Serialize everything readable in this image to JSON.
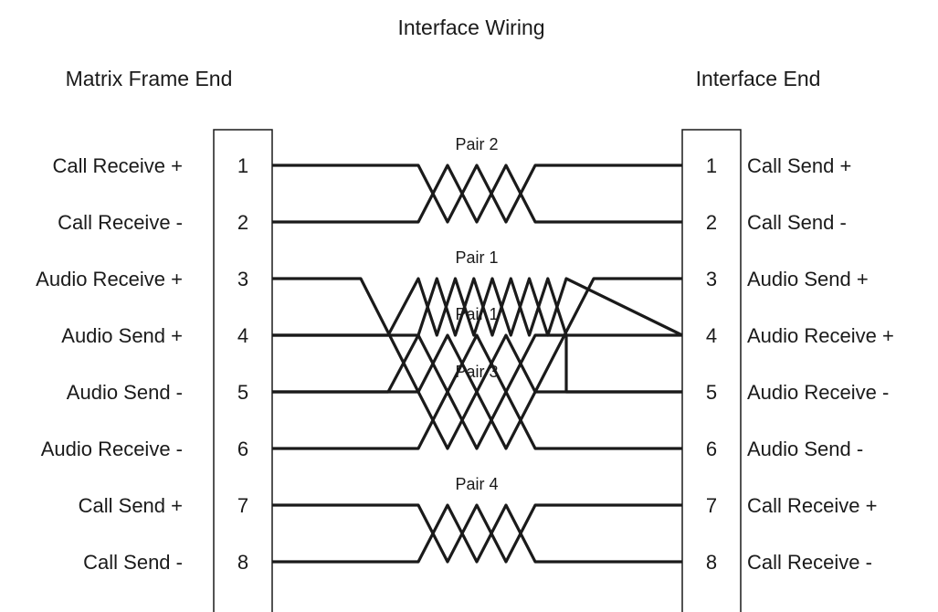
{
  "title": "Interface Wiring",
  "left_heading": "Matrix Frame End",
  "right_heading": "Interface End",
  "pins": [
    {
      "num": "1",
      "left": "Call Receive +",
      "right": "Call Send +"
    },
    {
      "num": "2",
      "left": "Call Receive -",
      "right": "Call Send -"
    },
    {
      "num": "3",
      "left": "Audio Receive +",
      "right": "Audio Send +"
    },
    {
      "num": "4",
      "left": "Audio Send +",
      "right": "Audio Receive +"
    },
    {
      "num": "5",
      "left": "Audio Send -",
      "right": "Audio Receive -"
    },
    {
      "num": "6",
      "left": "Audio Receive -",
      "right": "Audio Send -"
    },
    {
      "num": "7",
      "left": "Call Send +",
      "right": "Call Receive +"
    },
    {
      "num": "8",
      "left": "Call Send -",
      "right": "Call Receive -"
    }
  ],
  "pairs": [
    {
      "label": "Pair 2",
      "pins": [
        "1",
        "2"
      ]
    },
    {
      "label": "Pair 1",
      "pins": [
        "4",
        "5"
      ]
    },
    {
      "label": "Pair 3",
      "pins": [
        "3",
        "6"
      ]
    },
    {
      "label": "Pair 4",
      "pins": [
        "7",
        "8"
      ]
    }
  ],
  "colors": {
    "line": "#1a1a1a",
    "background": "#ffffff"
  }
}
